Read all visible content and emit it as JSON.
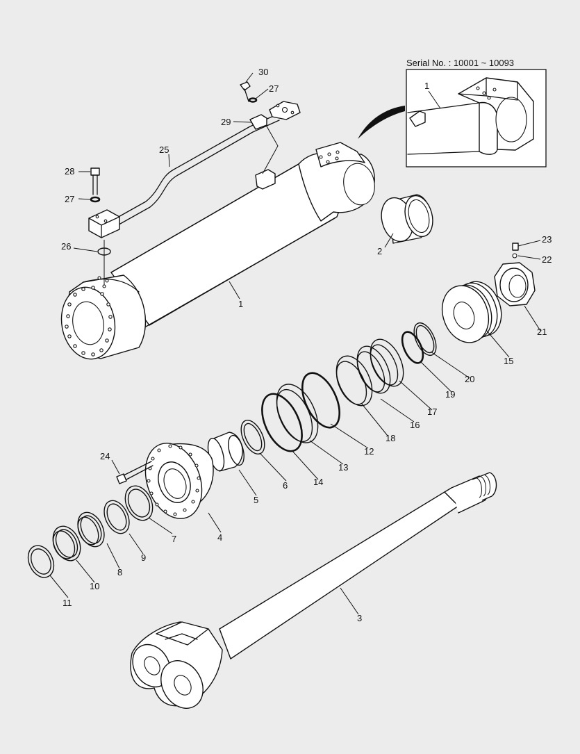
{
  "inset": {
    "serial_label": "Serial No. : 10001 ~ 10093",
    "callout": "1"
  },
  "callouts": {
    "p1": "1",
    "p2": "2",
    "p3": "3",
    "p4": "4",
    "p5": "5",
    "p6": "6",
    "p7": "7",
    "p8": "8",
    "p9": "9",
    "p10": "10",
    "p11": "11",
    "p12": "12",
    "p13": "13",
    "p14": "14",
    "p15": "15",
    "p16": "16",
    "p17": "17",
    "p18": "18",
    "p19": "19",
    "p20": "20",
    "p21": "21",
    "p22": "22",
    "p23": "23",
    "p24": "24",
    "p25": "25",
    "p26": "26",
    "p27a": "27",
    "p27b": "27",
    "p28": "28",
    "p29": "29",
    "p30": "30"
  }
}
